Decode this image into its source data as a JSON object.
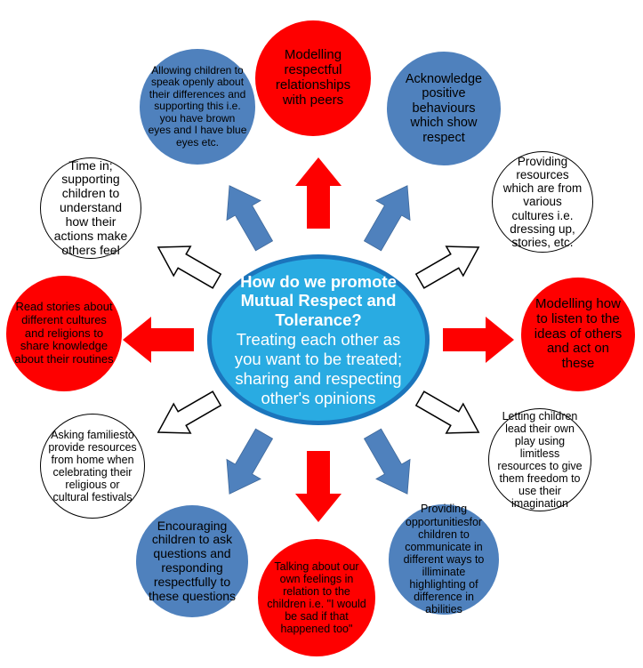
{
  "center": {
    "heading": "How do we promote Mutual Respect and Tolerance?",
    "body": "Treating each other as you want to be treated; sharing and respecting other's opinions"
  },
  "nodes": [
    {
      "label": "Modelling respectful relationships with peers",
      "type": "red"
    },
    {
      "label": "Acknowledge positive behaviours which show respect",
      "type": "blue"
    },
    {
      "label": "Providing resources which are from various cultures i.e. dressing up, stories, etc.",
      "type": "white"
    },
    {
      "label": "Modelling how to listen to the ideas of others and act on these",
      "type": "red"
    },
    {
      "label": "Letting children lead their own play using limitless resources to give them freedom to use their imagination",
      "type": "white"
    },
    {
      "label": "Providing opportunitiesfor children to communicate in different ways to illiminate highlighting of difference in abilities",
      "type": "blue"
    },
    {
      "label": "Talking about our own feelings in relation to the children i.e. \"I would be sad if that happened too\"",
      "type": "red"
    },
    {
      "label": "Encouraging children to ask questions and responding respectfully to these questions",
      "type": "blue"
    },
    {
      "label": "Asking familiesto provide resources from home when celebrating their religious or cultural festivals",
      "type": "white"
    },
    {
      "label": "Read stories about different cultures and religions to share knowledge about their routines",
      "type": "red"
    },
    {
      "label": "Time in; supporting children to understand how their actions make others feel",
      "type": "white"
    },
    {
      "label": "Allowing children to speak openly about their differences and supporting this i.e. you have brown eyes and I have blue eyes etc.",
      "type": "blue"
    }
  ],
  "colors": {
    "red": "#fe0000",
    "blue": "#4f81bd",
    "white": "#ffffff",
    "center": "#29abe2",
    "center_border": "#1b75bc"
  }
}
